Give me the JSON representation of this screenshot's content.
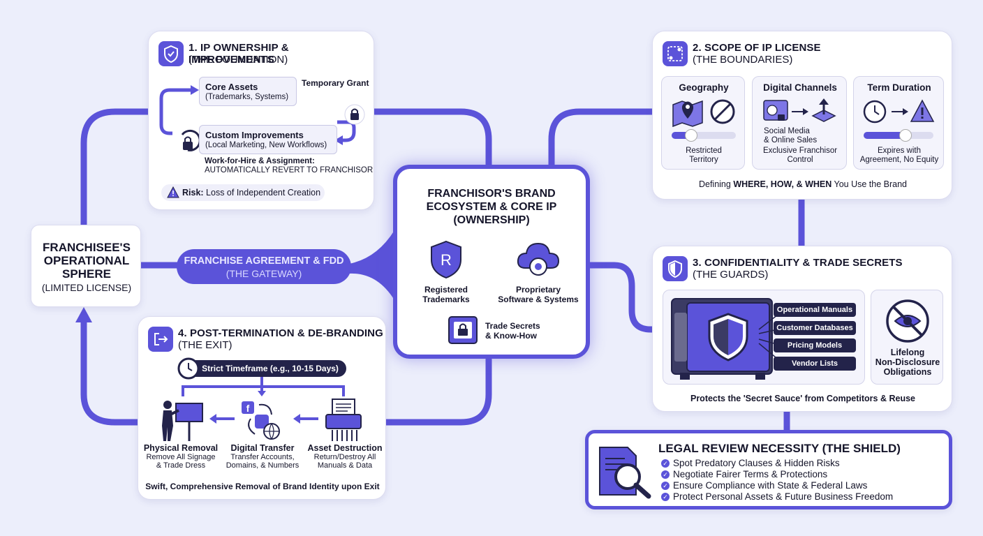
{
  "franchisee": {
    "line1": "FRANCHISEE'S",
    "line2": "OPERATIONAL",
    "line3": "SPHERE",
    "sub": "(LIMITED LICENSE)"
  },
  "gateway": {
    "line1": "FRANCHISE AGREEMENT & FDD",
    "line2": "(THE GATEWAY)"
  },
  "core": {
    "title1": "FRANCHISOR'S BRAND",
    "title2": "ECOSYSTEM & CORE IP",
    "title3": "(OWNERSHIP)",
    "registered": "Registered",
    "trademarks": "Trademarks",
    "proprietary": "Proprietary",
    "software": "Software & Systems",
    "trade": "Trade Secrets",
    "knowhow": "& Know-How"
  },
  "ownership": {
    "title": "1. IP OWNERSHIP & IMPROVEMENTS",
    "sub": "(THE FOUNDATION)",
    "core_assets": "Core Assets",
    "core_assets_sub": "(Trademarks, Systems)",
    "temporary": "Temporary Grant",
    "custom": "Custom Improvements",
    "custom_sub": "(Local Marketing, New Workflows)",
    "work1": "Work-for-Hire & Assignment:",
    "work2": "AUTOMATICALLY REVERT TO FRANCHISOR",
    "risk_label": "Risk:",
    "risk_text": " Loss of Independent Creation"
  },
  "scope": {
    "title": "2. SCOPE OF IP LICENSE",
    "sub": "(THE BOUNDARIES)",
    "geo": "Geography",
    "geo_c1": "Restricted",
    "geo_c2": "Territory",
    "geo_slider": 0.3,
    "digital": "Digital Channels",
    "dig_s1": "Social Media",
    "dig_s2": "& Online Sales",
    "dig_c1": "Exclusive Franchisor",
    "dig_c2": "Control",
    "term": "Term Duration",
    "term_c1": "Expires with",
    "term_c2": "Agreement, No Equity",
    "term_slider": 0.6,
    "foot_pre": "Defining ",
    "foot_bold": "WHERE, HOW, & WHEN",
    "foot_post": " You Use the Brand"
  },
  "conf": {
    "title": "3. CONFIDENTIALITY & TRADE SECRETS",
    "sub": "(THE GUARDS)",
    "labels": [
      "Operational Manuals",
      "Customer Databases",
      "Pricing Models",
      "Vendor Lists"
    ],
    "life1": "Lifelong",
    "life2": "Non-Disclosure",
    "life3": "Obligations",
    "foot": "Protects the 'Secret Sauce' from Competitors & Reuse"
  },
  "post": {
    "title": "4. POST-TERMINATION & DE-BRANDING",
    "sub": "(THE EXIT)",
    "timeframe": "Strict Timeframe (e.g., 10-15 Days)",
    "phys": "Physical Removal",
    "phys1": "Remove All Signage",
    "phys2": "& Trade Dress",
    "dig": "Digital Transfer",
    "dig1": "Transfer Accounts,",
    "dig2": "Domains, & Numbers",
    "asset": "Asset Destruction",
    "asset1": "Return/Destroy All",
    "asset2": "Manuals & Data",
    "foot": "Swift, Comprehensive Removal of Brand Identity upon Exit"
  },
  "legal": {
    "title": "LEGAL REVIEW NECESSITY (THE SHIELD)",
    "items": [
      "Spot Predatory Clauses & Hidden Risks",
      "Negotiate Fairer Terms & Protections",
      "Ensure Compliance with State & Federal Laws",
      "Protect Personal Assets & Future Business Freedom"
    ]
  },
  "colors": {
    "accent": "#5b53d9",
    "dark": "#23234a",
    "bg": "#eceefb"
  }
}
